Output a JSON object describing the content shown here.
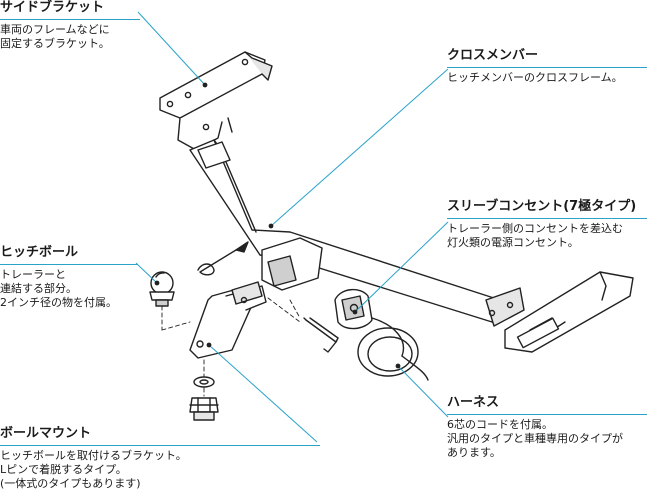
{
  "colors": {
    "accent": "#2aa3c9",
    "line": "#222222",
    "shade": "#cfcfcf"
  },
  "callouts": {
    "side_bracket": {
      "title": "サイドブラケット",
      "desc": "車両のフレームなどに\n固定するブラケット。"
    },
    "cross_member": {
      "title": "クロスメンバー",
      "desc": "ヒッチメンバーのクロスフレーム。"
    },
    "sleeve_outlet": {
      "title": "スリーブコンセント(7極タイプ)",
      "desc": "トレーラー側のコンセントを差込む\n灯火類の電源コンセント。"
    },
    "hitch_ball": {
      "title": "ヒッチボール",
      "desc": "トレーラーと\n連結する部分。\n2インチ径の物を付属。"
    },
    "harness": {
      "title": "ハーネス",
      "desc": "6芯のコードを付属。\n汎用のタイプと車種専用のタイプが\nあります。"
    },
    "ball_mount": {
      "title": "ボールマウント",
      "desc": "ヒッチボールを取付けるブラケット。\nLピンで着脱するタイプ。\n(一体式のタイプもあります)"
    }
  }
}
